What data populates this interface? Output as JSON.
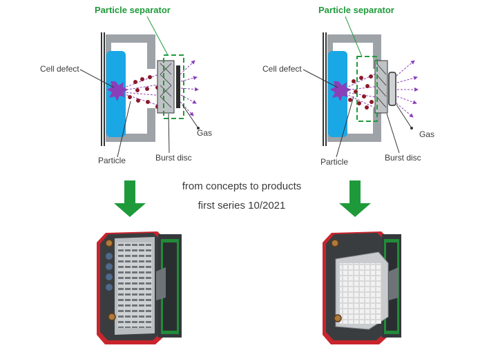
{
  "left_panel": {
    "title": "Particle separator",
    "labels": {
      "cell_defect": "Cell defect",
      "particle": "Particle",
      "burst_disc": "Burst disc",
      "gas": "Gas"
    }
  },
  "right_panel": {
    "title": "Particle separator",
    "labels": {
      "cell_defect": "Cell defect",
      "particle": "Particle",
      "burst_disc": "Burst disc",
      "gas": "Gas"
    }
  },
  "center_text": {
    "line1": "from concepts to products",
    "line2": "first series 10/2021"
  },
  "colors": {
    "accent_green": "#1f9a3a",
    "housing_red": "#c8252d",
    "cell_blue": "#1aa7e6",
    "defect_purple": "#8a3fb8",
    "particle_red": "#8b1a2a",
    "frame_grey": "#9ea3a8"
  }
}
